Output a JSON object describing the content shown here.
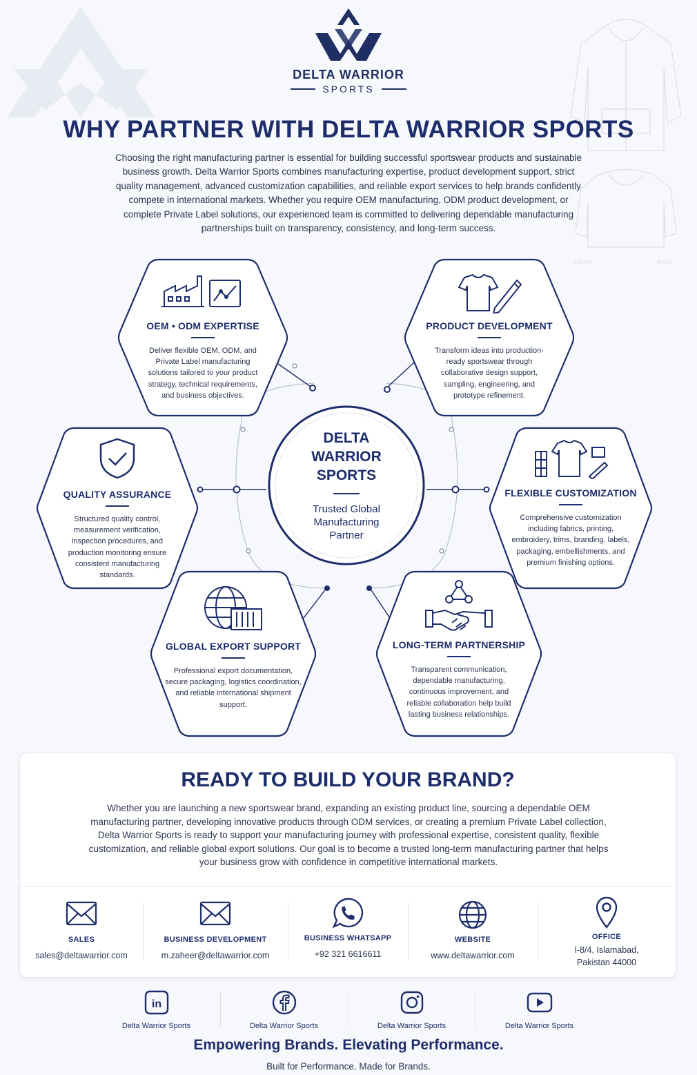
{
  "brand": {
    "name": "DELTA WARRIOR",
    "sub": "SPORTS"
  },
  "sketch_labels": {
    "front": "FRONT",
    "back": "BACK"
  },
  "title": "WHY PARTNER WITH DELTA WARRIOR SPORTS",
  "intro": "Choosing the right manufacturing partner is essential for building successful sportswear products and sustainable business growth. Delta Warrior Sports combines manufacturing expertise, product development support, strict quality management, advanced customization capabilities, and reliable export services to help brands confidently compete in international markets. Whether you require OEM manufacturing, ODM product development, or complete Private Label solutions, our experienced team is committed to delivering dependable manufacturing partnerships built on transparency, consistency, and long-term success.",
  "center": {
    "line1": "DELTA",
    "line2": "WARRIOR",
    "line3": "SPORTS",
    "sub1": "Trusted Global",
    "sub2": "Manufacturing",
    "sub3": "Partner"
  },
  "features": [
    {
      "title": "OEM • ODM EXPERTISE",
      "desc": "Deliver flexible OEM, ODM, and Private Label manufacturing solutions tailored to your product strategy, technical requirements, and business objectives.",
      "icon": "factory-icon"
    },
    {
      "title": "PRODUCT DEVELOPMENT",
      "desc": "Transform ideas into production-ready sportswear through collaborative design support, sampling, engineering, and prototype refinement.",
      "icon": "tshirt-pencil-icon"
    },
    {
      "title": "QUALITY ASSURANCE",
      "desc": "Structured quality control, measurement verification, inspection procedures, and production monitoring ensure consistent manufacturing standards.",
      "icon": "shield-check-icon"
    },
    {
      "title": "FLEXIBLE CUSTOMIZATION",
      "desc": "Comprehensive customization including fabrics, printing, embroidery, trims, branding, labels, packaging, embellishments, and premium finishing options.",
      "icon": "customization-icon"
    },
    {
      "title": "GLOBAL EXPORT SUPPORT",
      "desc": "Professional export documentation, secure packaging, logistics coordination, and reliable international shipment support.",
      "icon": "globe-container-icon"
    },
    {
      "title": "LONG-TERM PARTNERSHIP",
      "desc": "Transparent communication, dependable manufacturing, continuous improvement, and reliable collaboration help build lasting business relationships.",
      "icon": "handshake-icon"
    }
  ],
  "ready": {
    "title": "READY TO BUILD YOUR BRAND?",
    "text": "Whether you are launching a new sportswear brand, expanding an existing product line, sourcing a dependable OEM manufacturing partner, developing innovative products through ODM services, or creating a premium Private Label collection, Delta Warrior Sports is ready to support your manufacturing journey with professional expertise, consistent quality, flexible customization, and reliable global export solutions. Our goal is to become a trusted long-term manufacturing partner that helps your business grow with confidence in competitive international markets."
  },
  "contacts": [
    {
      "label": "SALES",
      "value": "sales@deltawarrior.com",
      "icon": "mail-icon"
    },
    {
      "label": "BUSINESS DEVELOPMENT",
      "value": "m.zaheer@deltawarrior.com",
      "icon": "mail-icon"
    },
    {
      "label": "BUSINESS WHATSAPP",
      "value": "+92 321 6616611",
      "icon": "whatsapp-icon"
    },
    {
      "label": "WEBSITE",
      "value": "www.deltawarrior.com",
      "icon": "globe-icon"
    },
    {
      "label": "OFFICE",
      "value": "I-8/4, Islamabad,",
      "value2": "Pakistan 44000",
      "icon": "location-pin-icon"
    }
  ],
  "social": [
    {
      "label": "Delta Warrior Sports",
      "icon": "linkedin-icon"
    },
    {
      "label": "Delta Warrior Sports",
      "icon": "facebook-icon"
    },
    {
      "label": "Delta Warrior Sports",
      "icon": "instagram-icon"
    },
    {
      "label": "Delta Warrior Sports",
      "icon": "youtube-icon"
    }
  ],
  "tagline": "Empowering Brands. Elevating Performance.",
  "subtagline": "Built for Performance. Made for Brands.",
  "colors": {
    "navy": "#1d2d6b",
    "text": "#2a3350",
    "bg": "#f7f8fb"
  }
}
